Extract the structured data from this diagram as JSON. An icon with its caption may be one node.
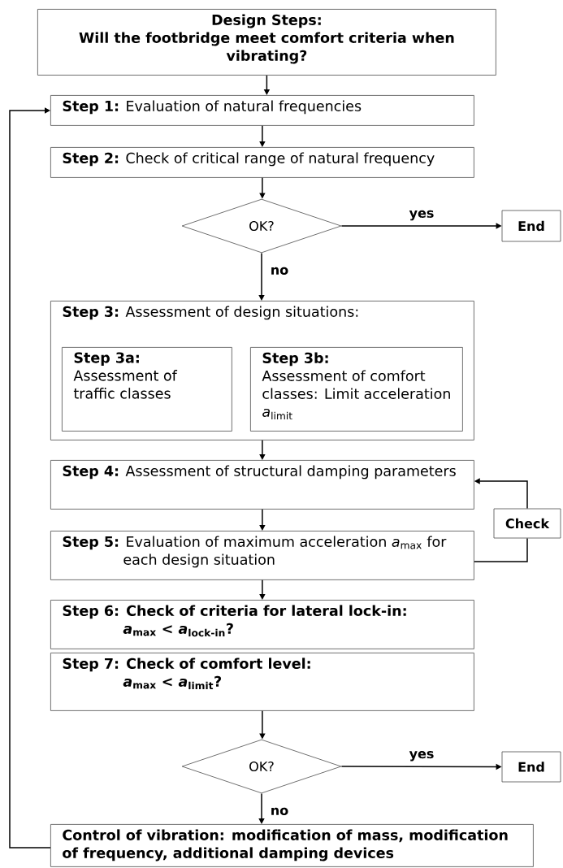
{
  "diagram": {
    "nodes": [
      {
        "text": [
          "Design Steps:",
          "Will the footbridge meet comfort criteria when vibrating?"
        ]
      },
      {
        "text": [
          "**Step 1:** Evaluation of natural frequencies"
        ]
      },
      {
        "text": [
          "**Step 2:** Check of critical range of natural frequency"
        ]
      },
      {
        "text": [
          "OK?"
        ]
      },
      {
        "text": [
          "End"
        ]
      },
      {
        "text": [
          "**Step 3:** Assessment of design situations:"
        ]
      },
      {
        "text": [
          "Step 3a:",
          "Assessment of traffic classes"
        ],
        "in": 5
      },
      {
        "text": [
          "Step 3b:",
          "Assessment of comfort classes: Limit acceleration *a*$_{limit}$"
        ],
        "in": 5
      },
      {
        "text": [
          "**Step 4:** Assessment of structural damping parameters"
        ]
      },
      {
        "text": [
          "Check"
        ]
      },
      {
        "text": [
          "**Step 5:** Evaluation of maximum acceleration *a*$_{max}$ for each design situation"
        ]
      },
      {
        "text": [
          "Step 6: Check of criteria for lateral lock-in:",
          "*a*$_{max}$ < *a*$_{lock-in}$?"
        ]
      },
      {
        "text": [
          "Step 7: Check of comfort level:",
          "*a*$_{max}$ < *a*$_{limit}$?"
        ]
      },
      {
        "text": [
          "OK?"
        ]
      },
      {
        "text": [
          "End"
        ]
      },
      {
        "text": [
          "Control of vibration: modification of mass, modification of frequency, additional damping devices"
        ]
      }
    ],
    "edges": [
      {
        "from": 0,
        "to": 1,
        "arrow": "to"
      },
      {
        "from": 1,
        "to": 2,
        "arrow": "to"
      },
      {
        "from": 2,
        "to": 3,
        "arrow": "to"
      },
      {
        "from": 3,
        "to": 4,
        "arrow": "to",
        "label": "yes"
      },
      {
        "from": 3,
        "to": 5,
        "arrow": "to",
        "label": "no"
      },
      {
        "from": 5,
        "to": 8,
        "arrow": "to"
      },
      {
        "from": 8,
        "to": 10,
        "arrow": "to"
      },
      {
        "from": 10,
        "to": 9,
        "arrow": "none"
      },
      {
        "from": 9,
        "to": 8,
        "arrow": "to"
      },
      {
        "from": 10,
        "to": 11,
        "arrow": "to"
      },
      {
        "from": 12,
        "to": 13,
        "arrow": "to"
      },
      {
        "from": 13,
        "to": 14,
        "arrow": "to",
        "label": "yes"
      },
      {
        "from": 13,
        "to": 15,
        "arrow": "to",
        "label": "no"
      },
      {
        "from": 15,
        "to": 1,
        "arrow": "to"
      }
    ]
  }
}
